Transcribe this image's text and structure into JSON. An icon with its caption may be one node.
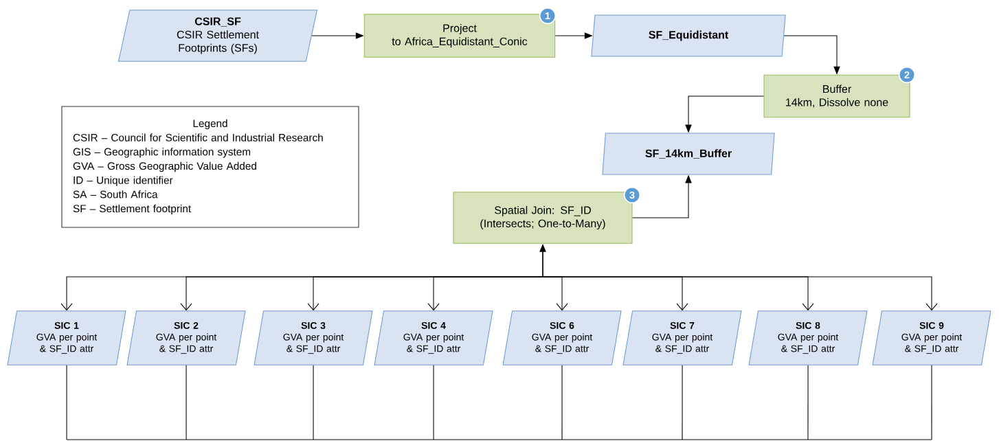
{
  "diagram": {
    "nodes": [
      {
        "text": [
          "CSIR_SF",
          "CSIR Settlement Footprints (SFs)"
        ]
      },
      {
        "text": [
          "Project",
          "to Africa_Equidistant_Conic"
        ]
      },
      {
        "text": [
          "SF_Equidistant"
        ]
      },
      {
        "text": [
          "Buffer",
          "14km, Dissolve none"
        ]
      },
      {
        "text": [
          "Legend",
          "CSIR – Council for Scientific and Industrial Research",
          "GIS – Geographic information system",
          "GVA – Gross Geographic Value Added",
          "ID – Unique identifier",
          "SA – South Africa",
          "SF – Settlement footprint"
        ]
      },
      {
        "text": [
          "SF_14km_Buffer"
        ]
      },
      {
        "text": [
          "Spatial Join: SF_ID",
          "(Intersects; One-to-Many)"
        ]
      },
      {
        "text": [
          "SIC 1",
          "GVA per point & SF_ID attr"
        ]
      },
      {
        "text": [
          "SIC 2",
          "GVA per point & SF_ID attr"
        ]
      },
      {
        "text": [
          "SIC 3",
          "GVA per point & SF_ID attr"
        ]
      },
      {
        "text": [
          "SIC 4",
          "GVA per point & SF_ID attr"
        ]
      },
      {
        "text": [
          "SIC 6",
          "GVA per point & SF_ID attr"
        ]
      },
      {
        "text": [
          "SIC 7",
          "GVA per point & SF_ID attr"
        ]
      },
      {
        "text": [
          "SIC 8",
          "GVA per point & SF_ID attr"
        ]
      },
      {
        "text": [
          "SIC 9",
          "GVA per point & SF_ID attr"
        ]
      }
    ],
    "edges": [
      {
        "from": 0,
        "to": 1,
        "arrow": "to"
      },
      {
        "from": 1,
        "to": 2,
        "arrow": "to"
      },
      {
        "from": 2,
        "to": 3,
        "arrow": "to"
      },
      {
        "from": 3,
        "to": 5,
        "arrow": "to"
      },
      {
        "from": 6,
        "to": 5,
        "arrow": "to"
      },
      {
        "from": 6,
        "to": 7,
        "arrow": "both"
      },
      {
        "from": 6,
        "to": 8,
        "arrow": "both"
      },
      {
        "from": 6,
        "to": 9,
        "arrow": "both"
      },
      {
        "from": 6,
        "to": 10,
        "arrow": "both"
      },
      {
        "from": 6,
        "to": 11,
        "arrow": "both"
      },
      {
        "from": 6,
        "to": 12,
        "arrow": "both"
      },
      {
        "from": 6,
        "to": 13,
        "arrow": "both"
      },
      {
        "from": 6,
        "to": 14,
        "arrow": "both"
      },
      {
        "from": 7,
        "to": null,
        "arrow": "none"
      },
      {
        "from": 8,
        "to": null,
        "arrow": "none"
      },
      {
        "from": 9,
        "to": null,
        "arrow": "none"
      },
      {
        "from": 10,
        "to": null,
        "arrow": "none"
      },
      {
        "from": 11,
        "to": null,
        "arrow": "none"
      },
      {
        "from": 12,
        "to": null,
        "arrow": "none"
      },
      {
        "from": 13,
        "to": null,
        "arrow": "none"
      },
      {
        "from": 14,
        "to": null,
        "arrow": "none"
      }
    ],
    "labels": [
      "1",
      "2",
      "3"
    ]
  }
}
